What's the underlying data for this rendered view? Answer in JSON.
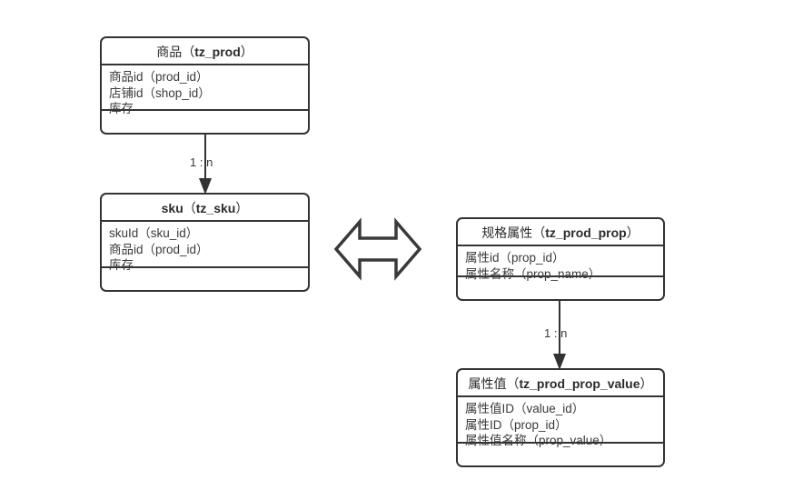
{
  "diagram": {
    "type": "er-class-diagram",
    "background_color": "#ffffff",
    "line_color": "#333333",
    "text_color": "#2b2b2b"
  },
  "entities": [
    {
      "id": "tz_prod",
      "title_cn": "商品",
      "title_latin": "tz_prod",
      "title_open_paren": "（",
      "title_close_paren": "）",
      "fields": [
        "商品id（prod_id）",
        "店铺id（shop_id）",
        "库存"
      ],
      "footer_fields": []
    },
    {
      "id": "tz_sku",
      "title_cn": "sku",
      "title_latin": "tz_sku",
      "title_open_paren": "（",
      "title_close_paren": "）",
      "fields": [
        "skuId（sku_id）",
        "商品id（prod_id）",
        "库存"
      ],
      "footer_fields": []
    },
    {
      "id": "tz_prod_prop",
      "title_cn": "规格属性",
      "title_latin": "tz_prod_prop",
      "title_open_paren": "（",
      "title_close_paren": "）",
      "fields": [
        "属性id（prop_id）",
        "属性名称（prop_name）"
      ],
      "footer_fields": []
    },
    {
      "id": "tz_prod_prop_value",
      "title_cn": "属性值",
      "title_latin": "tz_prod_prop_value",
      "title_open_paren": "（",
      "title_close_paren": "）",
      "fields": [
        "属性值ID（value_id）",
        "属性ID（prop_id）",
        "属性值名称（prop_value）"
      ],
      "footer_fields": []
    }
  ],
  "connectors": [
    {
      "id": "prod-to-sku",
      "from": "tz_prod",
      "to": "tz_sku",
      "label": "1 : n",
      "arrow": "filled-triangle-down"
    },
    {
      "id": "prop-to-propvalue",
      "from": "tz_prod_prop",
      "to": "tz_prod_prop_value",
      "label": "1 : n",
      "arrow": "filled-triangle-down"
    }
  ],
  "relation_symbol": {
    "id": "sku-prop-relation",
    "shape": "double-headed-horizontal-arrow",
    "style": "outline"
  }
}
